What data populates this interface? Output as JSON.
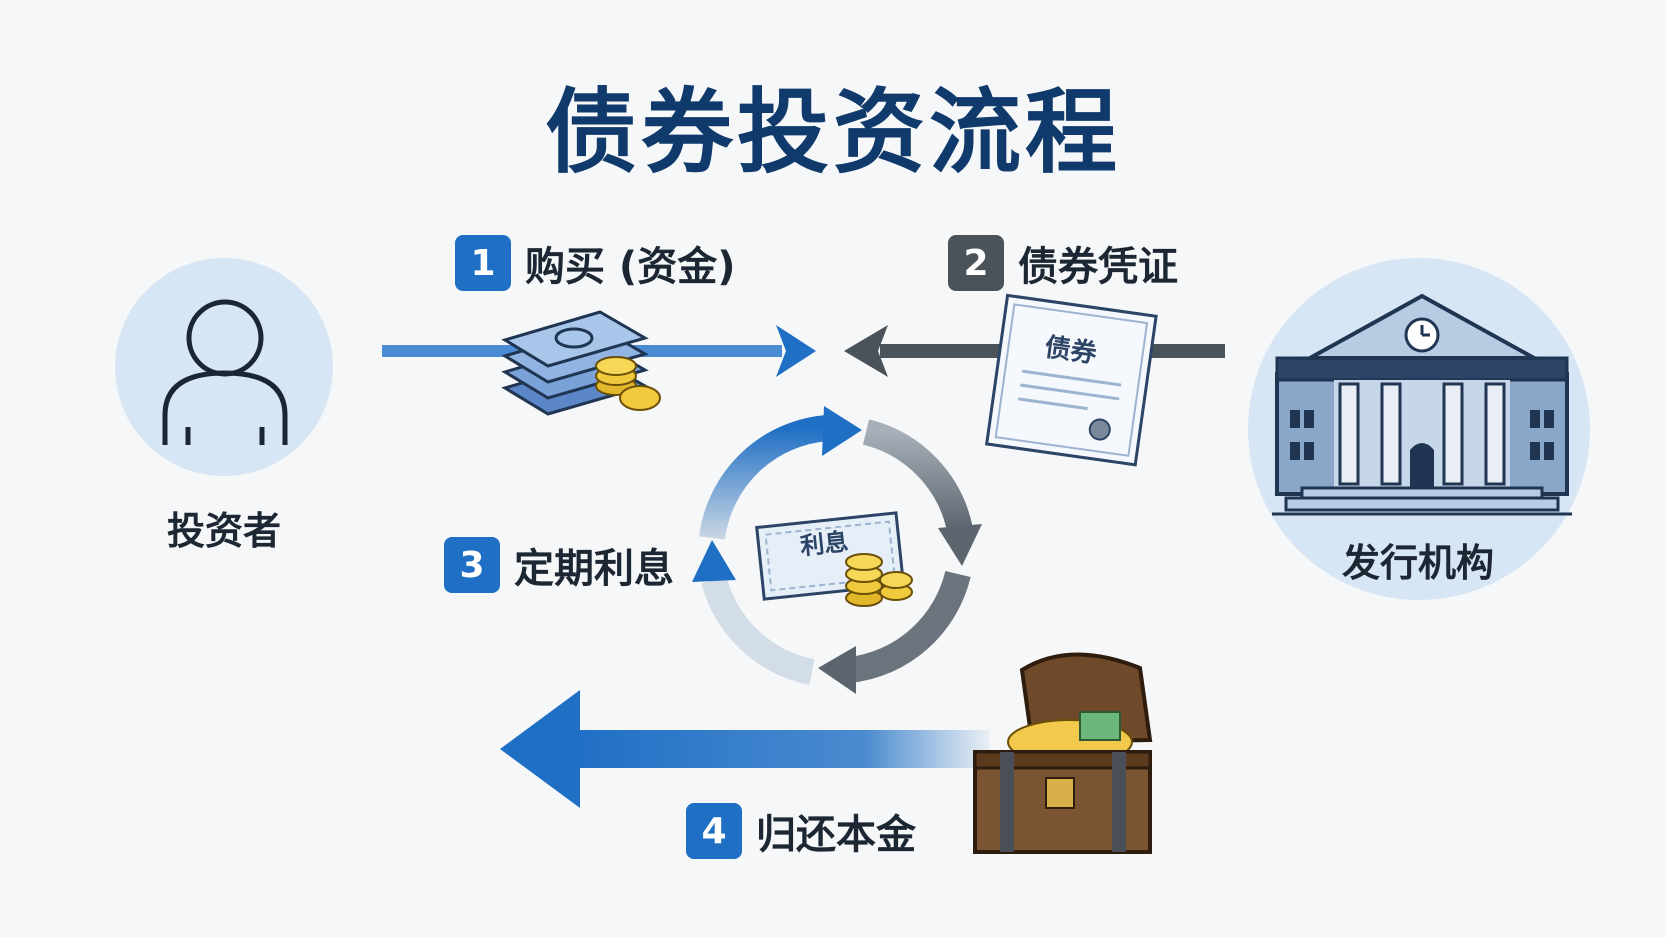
{
  "title": "债券投资流程",
  "investor": {
    "label": "投资者"
  },
  "issuer": {
    "label": "发行机构"
  },
  "steps": [
    {
      "num": "1",
      "label": "购买 (资金)"
    },
    {
      "num": "2",
      "label": "债券凭证"
    },
    {
      "num": "3",
      "label": "定期利息"
    },
    {
      "num": "4",
      "label": "归还本金"
    }
  ],
  "certificate_text": "债券",
  "coupon_text": "利息",
  "colors": {
    "blue": "#1f6fc5",
    "gray": "#4a525a",
    "navy": "#0f3a6b"
  }
}
